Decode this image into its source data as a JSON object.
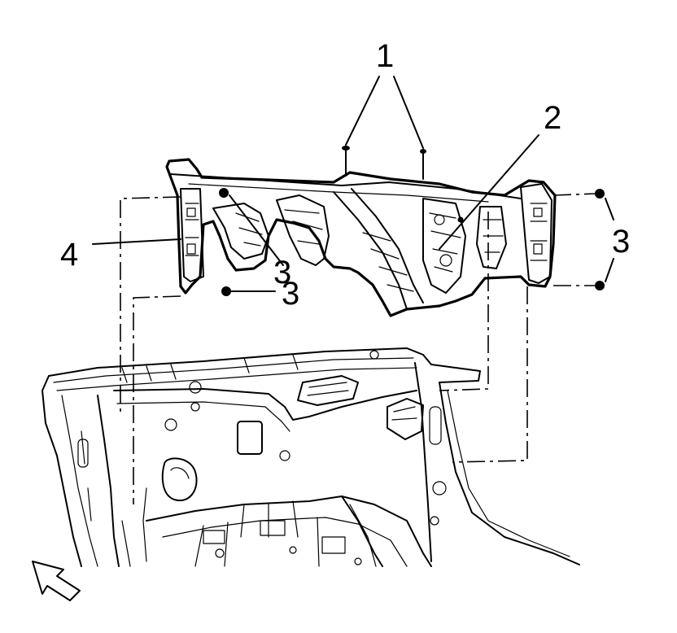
{
  "callouts": {
    "label_1": "1",
    "label_2": "2",
    "label_3_right": "3",
    "label_3_center": "3",
    "label_3_lower": "3",
    "label_4": "4"
  },
  "colors": {
    "ink": "#000000",
    "paper": "#ffffff"
  },
  "icons": {
    "front_arrow": "front-direction-arrow-icon"
  }
}
